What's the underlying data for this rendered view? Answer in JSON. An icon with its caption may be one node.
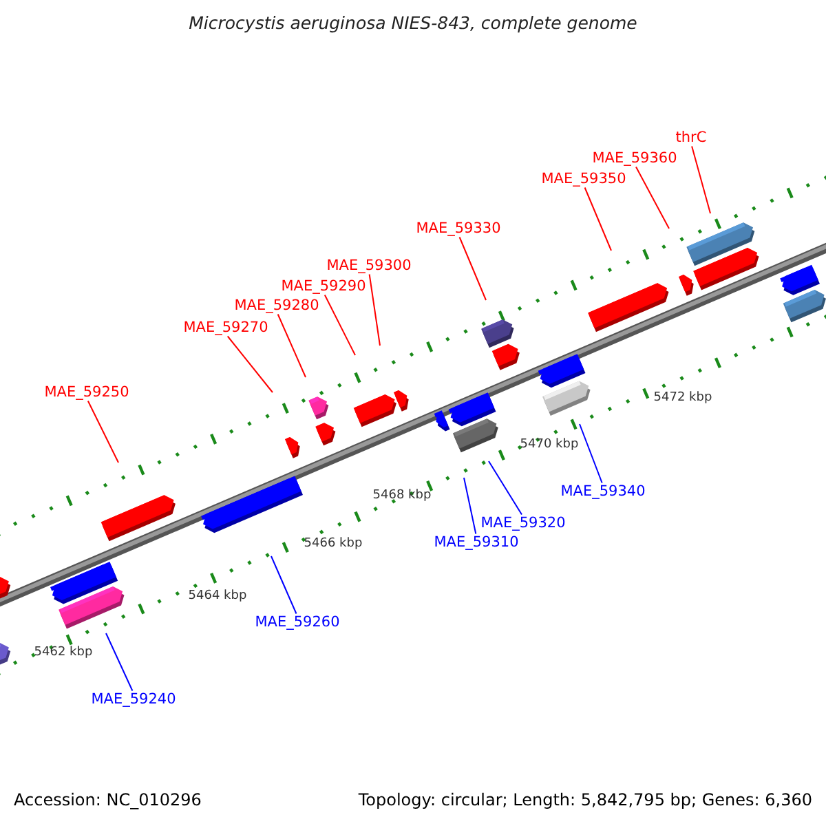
{
  "diagram": {
    "title": "Microcystis aeruginosa NIES-843, complete genome",
    "nodes": [
      {
        "text": [
          "thrC"
        ]
      },
      {
        "text": [
          "MAE_59360"
        ]
      },
      {
        "text": [
          "MAE_59350"
        ]
      },
      {
        "text": [
          "MAE_59330"
        ]
      },
      {
        "text": [
          "MAE_59300"
        ]
      },
      {
        "text": [
          "MAE_59290"
        ]
      },
      {
        "text": [
          "MAE_59280"
        ]
      },
      {
        "text": [
          "MAE_59270"
        ]
      },
      {
        "text": [
          "MAE_59250"
        ]
      },
      {
        "text": [
          "MAE_59340"
        ]
      },
      {
        "text": [
          "MAE_59320"
        ]
      },
      {
        "text": [
          "MAE_59310"
        ]
      },
      {
        "text": [
          "MAE_59260"
        ]
      },
      {
        "text": [
          "MAE_59240"
        ]
      }
    ],
    "edges": [
      {
        "from": 0,
        "to": null,
        "arrow": "none"
      },
      {
        "from": 1,
        "to": null,
        "arrow": "none"
      },
      {
        "from": 2,
        "to": null,
        "arrow": "none"
      },
      {
        "from": 3,
        "to": null,
        "arrow": "none"
      },
      {
        "from": 4,
        "to": null,
        "arrow": "none"
      },
      {
        "from": 5,
        "to": null,
        "arrow": "none"
      },
      {
        "from": 6,
        "to": null,
        "arrow": "none"
      },
      {
        "from": 7,
        "to": null,
        "arrow": "none"
      },
      {
        "from": 8,
        "to": null,
        "arrow": "none"
      },
      {
        "from": 9,
        "to": null,
        "arrow": "none",
        "color": "#0000ff"
      },
      {
        "from": 10,
        "to": null,
        "arrow": "none",
        "color": "#0000ff"
      },
      {
        "from": 11,
        "to": null,
        "arrow": "none",
        "color": "#0000ff"
      },
      {
        "from": 12,
        "to": null,
        "arrow": "none",
        "color": "#0000ff"
      },
      {
        "from": 13,
        "to": null,
        "arrow": "none",
        "color": "#0000ff"
      }
    ],
    "labels": [
      "5462 kbp",
      "5464 kbp",
      "5466 kbp",
      "5468 kbp",
      "5470 kbp",
      "5472 kbp",
      "Accession: NC_010296",
      "Topology: circular; Length: 5,842,795 bp; Genes: 6,360"
    ]
  }
}
